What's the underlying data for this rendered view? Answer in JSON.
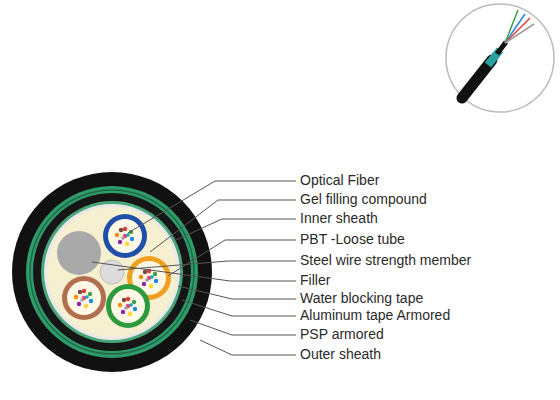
{
  "diagram": {
    "labels": [
      "Optical Fiber",
      "Gel filling compound",
      "Inner sheath",
      "PBT -Loose tube",
      "Steel wire strength member",
      "Filler",
      "Water blocking tape",
      "Aluminum tape Armored",
      "PSP armored",
      "Outer sheath"
    ]
  }
}
